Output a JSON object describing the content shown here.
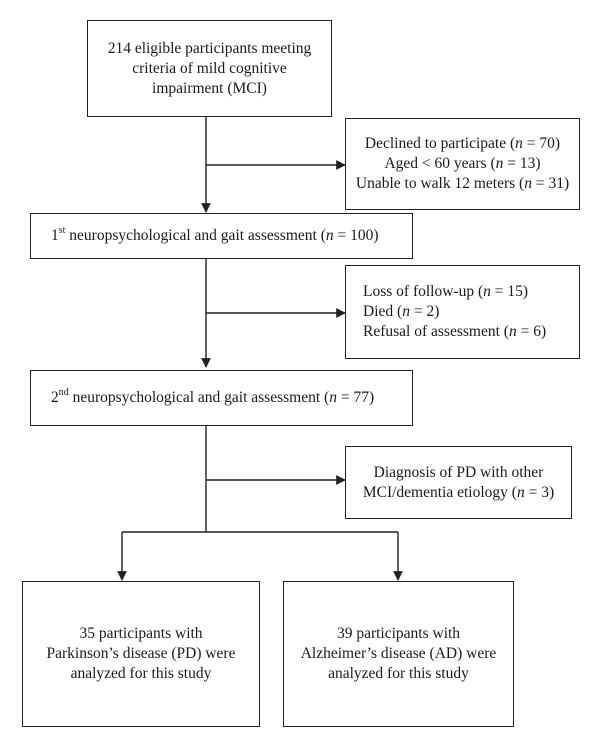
{
  "eligible": {
    "lines": [
      "214 eligible participants meeting",
      "criteria of mild cognitive",
      "impairment (MCI)"
    ]
  },
  "excluded1": {
    "lines": [
      {
        "label": "Declined to participate",
        "n": "70"
      },
      {
        "label": "Aged < 60 years",
        "n": "13"
      },
      {
        "label": "Unable to walk 12 meters",
        "n": "31"
      }
    ]
  },
  "assessment1": {
    "ordinal": "1",
    "ordinal_suffix": "st",
    "label": " neuropsychological and gait assessment",
    "n": "100"
  },
  "excluded2": {
    "lines": [
      {
        "label": "Loss of follow-up",
        "n": "15"
      },
      {
        "label": "Died",
        "n": "2"
      },
      {
        "label": "Refusal of assessment",
        "n": "6"
      }
    ]
  },
  "assessment2": {
    "ordinal": "2",
    "ordinal_suffix": "nd",
    "label": " neuropsychological and gait assessment",
    "n": "77"
  },
  "excluded3": {
    "line1": "Diagnosis of PD with other",
    "line2_label": "MCI/dementia etiology",
    "line2_n": "3"
  },
  "pd_group": {
    "lines": [
      "35 participants with",
      "Parkinson’s disease (PD) were",
      "analyzed for this study"
    ]
  },
  "ad_group": {
    "lines": [
      "39 participants with",
      "Alzheimer’s disease (AD) were",
      "analyzed for this study"
    ]
  },
  "n_symbol": "n",
  "eq": " = "
}
